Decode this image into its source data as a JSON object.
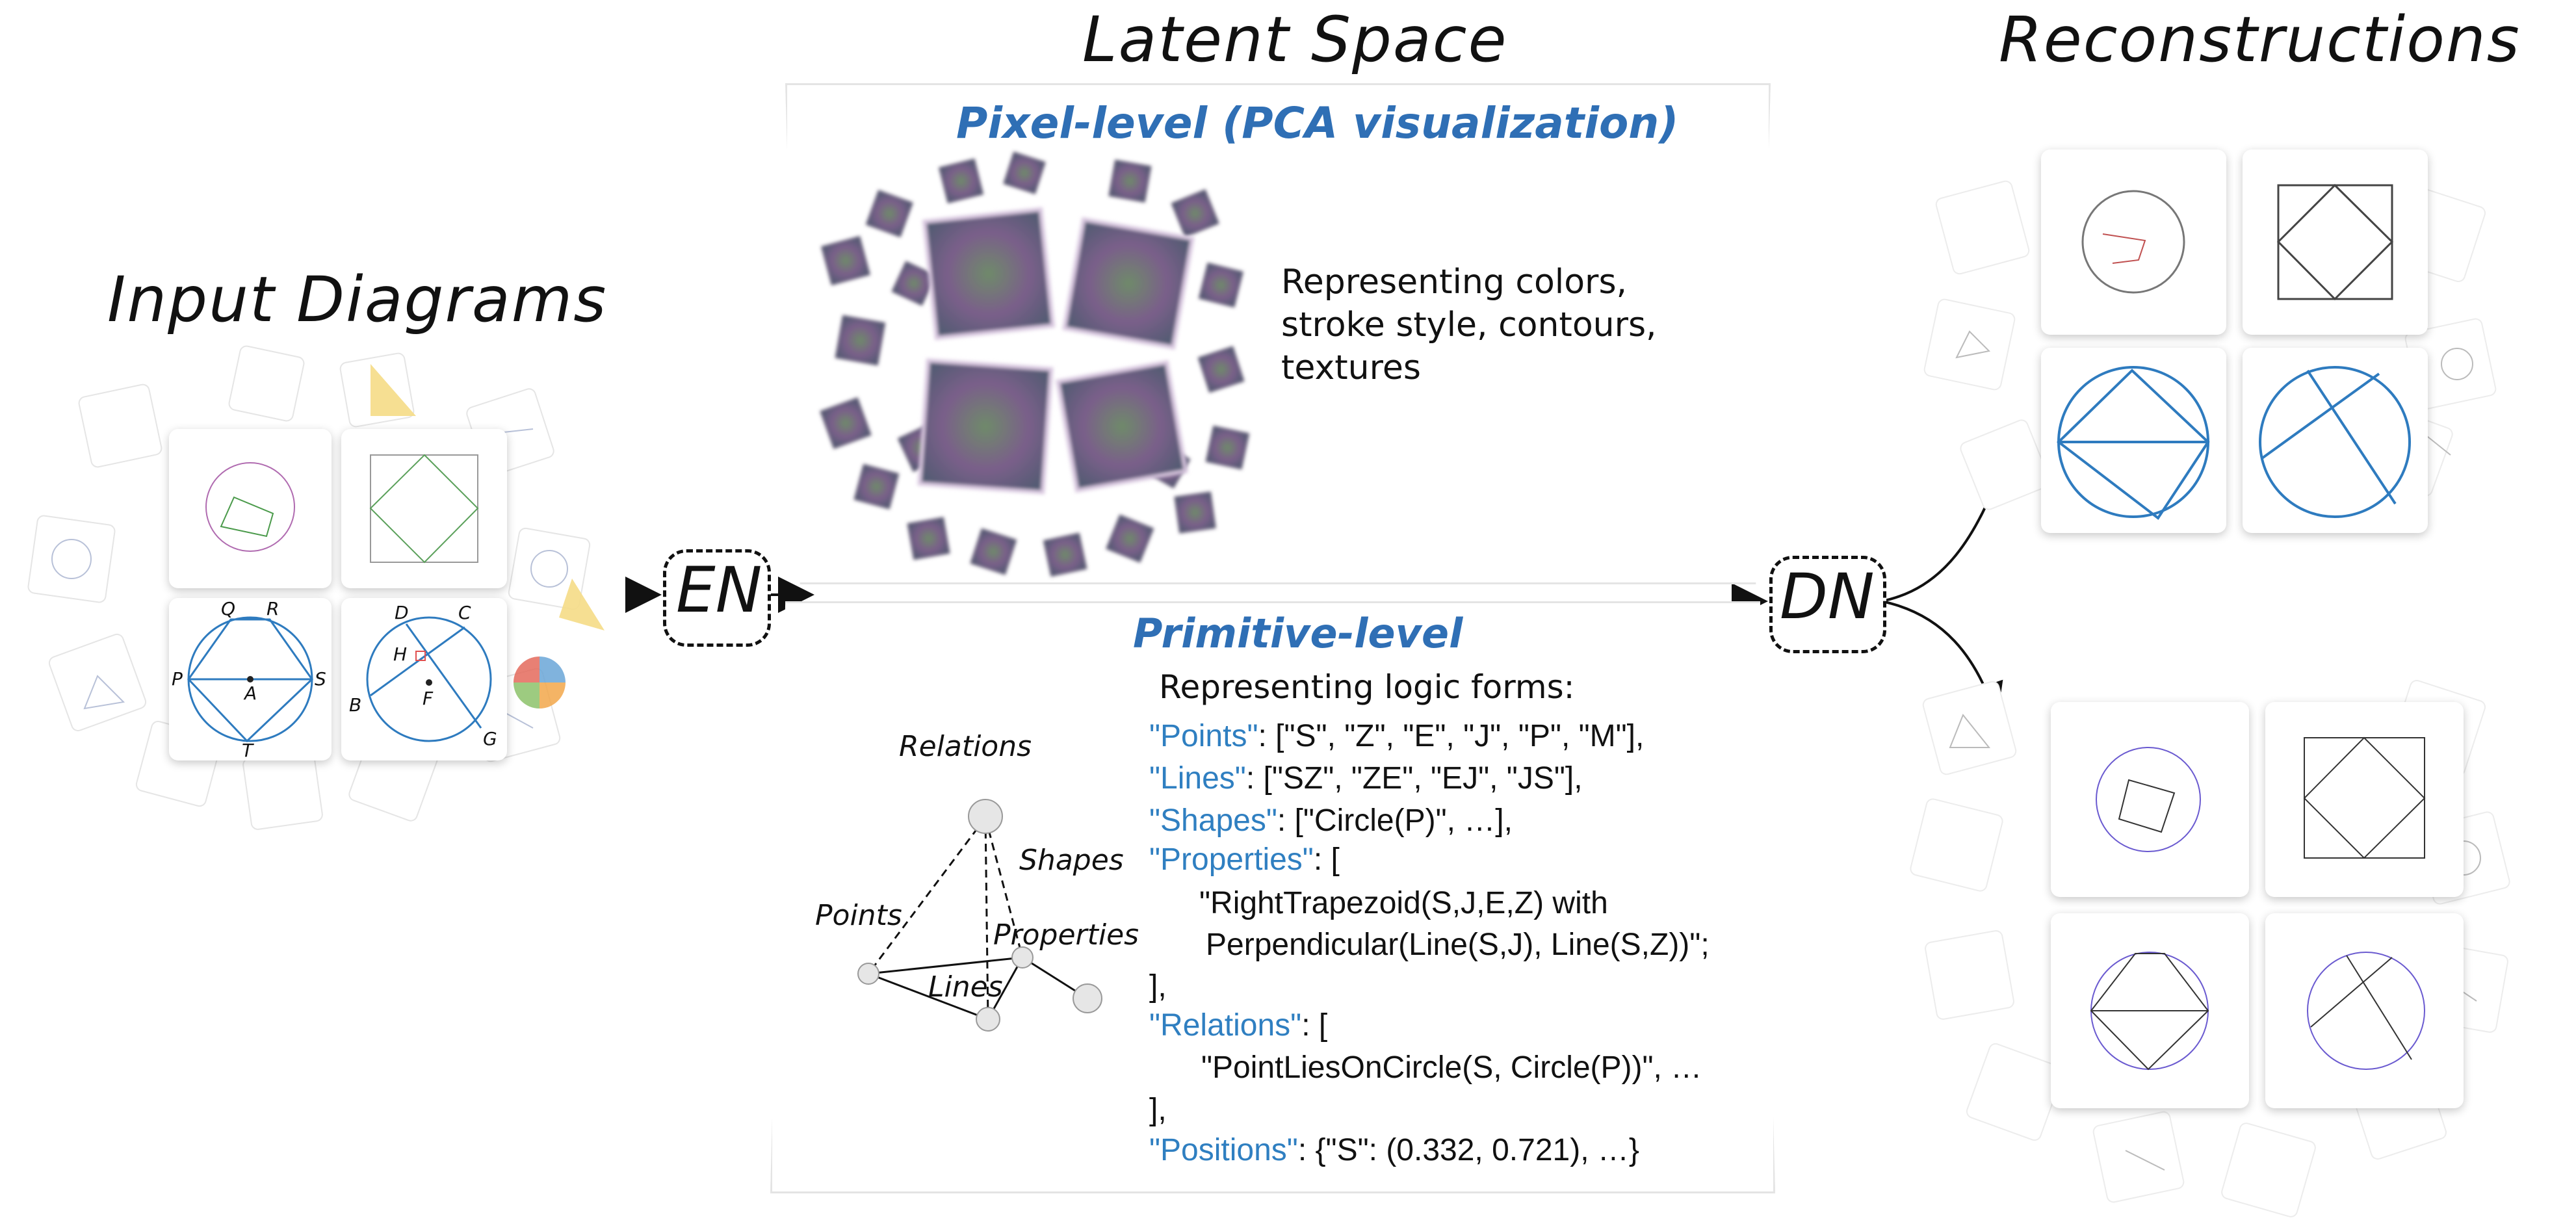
{
  "titles": {
    "input": "Input Diagrams",
    "latent": "Latent Space",
    "recon": "Reconstructions"
  },
  "encoder": "EN",
  "decoder": "DN",
  "pixel": {
    "heading": "Pixel-level (PCA visualization)",
    "desc": [
      "Representing colors,",
      "stroke style, contours,",
      "textures"
    ]
  },
  "primitive": {
    "heading": "Primitive-level",
    "logic_title": "Representing logic forms:",
    "graph_nodes": [
      "Relations",
      "Shapes",
      "Points",
      "Properties",
      "Lines"
    ],
    "code": {
      "points_key": "\"Points\"",
      "points_val": ": [\"S\", \"Z\", \"E\", \"J\", \"P\", \"M\"],",
      "lines_key": "\"Lines\"",
      "lines_val": ": [\"SZ\", \"ZE\", \"EJ\", \"JS\"],",
      "shapes_key": "\"Shapes\"",
      "shapes_val": ": [\"Circle(P)\", …],",
      "props_key": "\"Properties\"",
      "props_val": ": [",
      "props_line1": "\"RightTrapezoid(S,J,E,Z) with",
      "props_line2": "Perpendicular(Line(S,J), Line(S,Z))\";",
      "close1": "],",
      "rel_key": "\"Relations\"",
      "rel_val": ": [",
      "rel_line1": "\"PointLiesOnCircle(S, Circle(P))\", …",
      "close2": "],",
      "pos_key": "\"Positions\"",
      "pos_val": ": {\"S\": (0.332, 0.721), …}"
    }
  },
  "diagram_labels": {
    "circle_quad": [
      "Q",
      "R",
      "P",
      "A",
      "S",
      "T"
    ],
    "circle_chord": [
      "D",
      "C",
      "H",
      "B",
      "F",
      "G"
    ]
  },
  "colors": {
    "accent_blue": "#2f6fb5",
    "code_blue": "#2f7fc1",
    "diagram_blue": "#2e7bbf"
  }
}
